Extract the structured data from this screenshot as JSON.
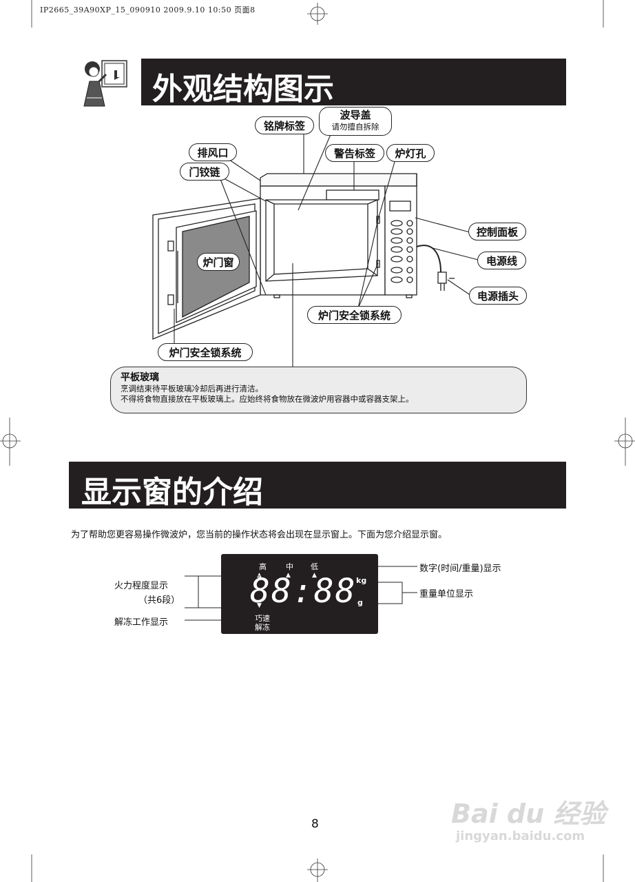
{
  "print_header": "IP2665_39A90XP_15_090910  2009.9.10 10:50  页面8",
  "section1": {
    "title": "外观结构图示",
    "callouts": {
      "nameplate": "铭牌标签",
      "waveguide_title": "波导盖",
      "waveguide_note": "请勿擅自拆除",
      "vent": "排风口",
      "hinge": "门铰链",
      "warning_label": "警告标签",
      "lamp_hole": "炉灯孔",
      "control_panel": "控制面板",
      "power_cord": "电源线",
      "power_plug": "电源插头",
      "door_window": "炉门窗",
      "interlock_right": "炉门安全锁系统",
      "interlock_left": "炉门安全锁系统"
    },
    "glass_note": {
      "title": "平板玻璃",
      "line1": "烹调结束待平板玻璃冷却后再进行清洁。",
      "line2": "不得将食物直接放在平板玻璃上。应始终将食物放在微波炉用容器中或容器支架上。"
    }
  },
  "section2": {
    "title": "显示窗的介绍",
    "intro": "为了帮助您更容易操作微波炉，您当前的操作状态将会出现在显示窗上。下面为您介绍显示窗。",
    "display": {
      "power_levels": [
        "高",
        "中",
        "低"
      ],
      "digits": "88:88",
      "unit_kg": "kg",
      "unit_g": "g",
      "defrost_line1": "巧速",
      "defrost_line2": "解冻"
    },
    "labels": {
      "power_level": "火力程度显示",
      "power_level_note": "（共6段）",
      "defrost": "解冻工作显示",
      "digits": "数字(时间/重量)显示",
      "weight_unit": "重量单位显示"
    }
  },
  "page_number": "8",
  "watermark": {
    "brand": "Bai du 经验",
    "url": "jingyan.baidu.com"
  }
}
